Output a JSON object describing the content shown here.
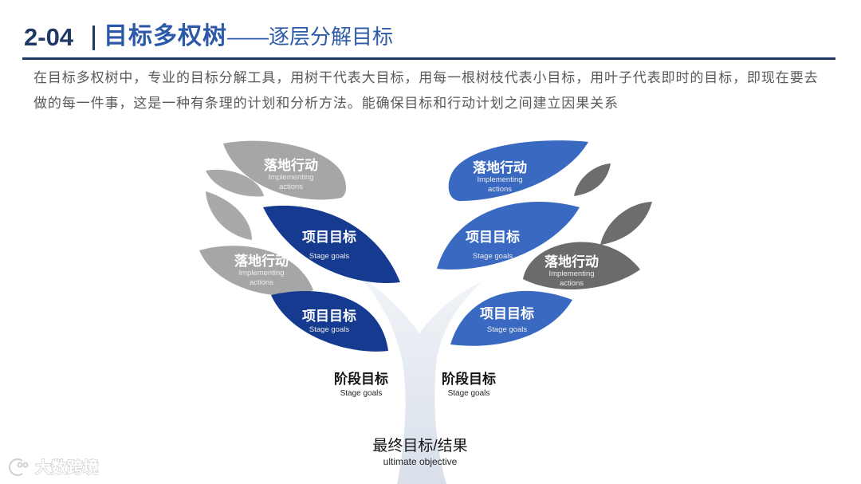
{
  "header": {
    "section_number": "2-04",
    "title": "目标多权树",
    "subtitle": "——逐层分解目标"
  },
  "intro": "在目标多权树中，专业的目标分解工具，用树干代表大目标，用每一根树枝代表小目标，用叶子代表即时的目标，即现在要去做的每一件事，这是一种有条理的计划和分析方法。能确保目标和行动计划之间建立因果关系",
  "diagram": {
    "left_leaves": [
      {
        "title": "落地行动",
        "en": [
          "Implementing",
          "actions"
        ],
        "color": "#a6a6a6"
      },
      {
        "title": "项目目标",
        "en": [
          "Stage goals"
        ],
        "color": "#163a8f"
      },
      {
        "title": "落地行动",
        "en": [
          "Implementing",
          "actions"
        ],
        "color": "#a6a6a6"
      },
      {
        "title": "项目目标",
        "en": [
          "Stage goals"
        ],
        "color": "#163a8f"
      }
    ],
    "right_leaves": [
      {
        "title": "落地行动",
        "en": [
          "Implementing",
          "actions"
        ],
        "color": "#3a69c2"
      },
      {
        "title": "项目目标",
        "en": [
          "Stage goals"
        ],
        "color": "#3a69c2"
      },
      {
        "title": "落地行动",
        "en": [
          "Implementing",
          "actions"
        ],
        "color": "#6b6b6b"
      },
      {
        "title": "项目目标",
        "en": [
          "Stage goals"
        ],
        "color": "#3a69c2"
      }
    ],
    "stage_goals": [
      {
        "title": "阶段目标",
        "en": "Stage goals"
      },
      {
        "title": "阶段目标",
        "en": "Stage goals"
      }
    ],
    "final_goal": {
      "title": "最终目标/结果",
      "en": "ultimate objective"
    }
  },
  "colors": {
    "heading_navy": "#1f3864",
    "heading_blue": "#2d5aa8",
    "body_text": "#595959",
    "trunk": "#dfe5ee",
    "decor_leaf_light": "#a9a9a9",
    "decor_leaf_dark": "#6d6d6d"
  },
  "watermark": {
    "text": "大数跨境"
  }
}
